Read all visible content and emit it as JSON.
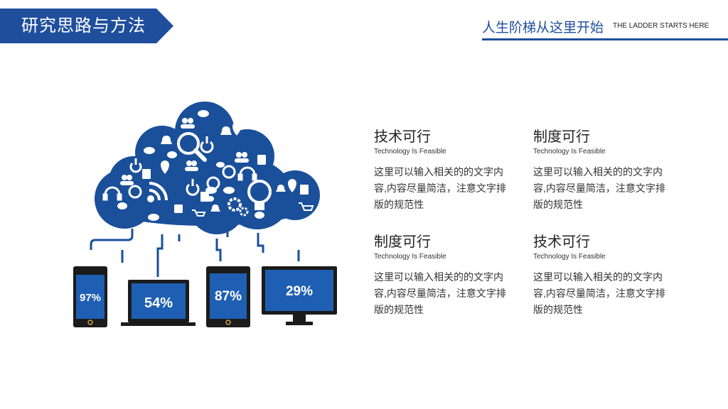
{
  "header": {
    "title": "研究思路与方法",
    "slogan": "人生阶梯从这里开始",
    "slogan_en": "THE LADDER STARTS HERE",
    "accent_color": "#1f4e9c"
  },
  "devices": [
    {
      "type": "phone",
      "percent": "97%"
    },
    {
      "type": "laptop",
      "percent": "54%"
    },
    {
      "type": "tablet",
      "percent": "87%"
    },
    {
      "type": "monitor",
      "percent": "29%"
    }
  ],
  "features": [
    {
      "title": "技术可行",
      "subtitle": "Technology Is Feasible",
      "desc": "这里可以输入相关的的文字内容,内容尽量简洁，注意文字排版的规范性"
    },
    {
      "title": "制度可行",
      "subtitle": "Technology Is Feasible",
      "desc": "这里可以输入相关的的文字内容,内容尽量简洁，注意文字排版的规范性"
    },
    {
      "title": "制度可行",
      "subtitle": "Technology Is Feasible",
      "desc": "这里可以输入相关的的文字内容,内容尽量简洁，注意文字排版的规范性"
    },
    {
      "title": "技术可行",
      "subtitle": "Technology Is Feasible",
      "desc": "这里可以输入相关的的文字内容,内容尽量简洁，注意文字排版的规范性"
    }
  ],
  "icons": [
    "search-icon",
    "wifi-icon",
    "lightbulb-icon",
    "gear-icon",
    "power-icon",
    "info-icon",
    "headphones-icon",
    "location-pin-icon",
    "cart-icon",
    "chat-bubble-icon",
    "bell-icon",
    "people-icon"
  ]
}
